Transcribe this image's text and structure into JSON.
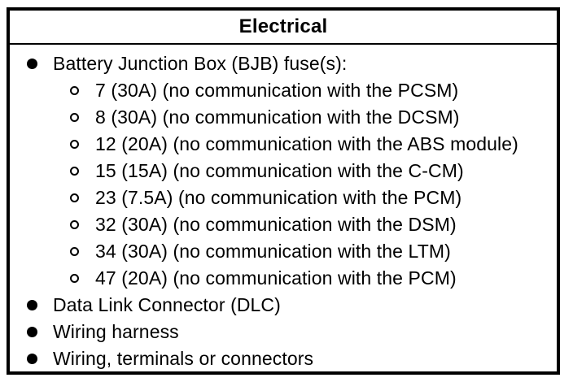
{
  "table": {
    "title": "Electrical",
    "items": [
      {
        "level": 1,
        "text": "Battery Junction Box (BJB) fuse(s):"
      },
      {
        "level": 2,
        "text": "7 (30A) (no communication with the PCSM)"
      },
      {
        "level": 2,
        "text": "8 (30A) (no communication with the DCSM)"
      },
      {
        "level": 2,
        "text": "12 (20A) (no communication with the ABS module)"
      },
      {
        "level": 2,
        "text": "15 (15A) (no communication with the C-CM)"
      },
      {
        "level": 2,
        "text": "23 (7.5A) (no communication with the PCM)"
      },
      {
        "level": 2,
        "text": "32 (30A) (no communication with the DSM)"
      },
      {
        "level": 2,
        "text": "34 (30A) (no communication with the LTM)"
      },
      {
        "level": 2,
        "text": "47 (20A) (no communication with the PCM)"
      },
      {
        "level": 1,
        "text": "Data Link Connector (DLC)"
      },
      {
        "level": 1,
        "text": "Wiring harness"
      },
      {
        "level": 1,
        "text": "Wiring, terminals or connectors"
      }
    ],
    "colors": {
      "border": "#000000",
      "background": "#ffffff",
      "text": "#000000"
    }
  }
}
